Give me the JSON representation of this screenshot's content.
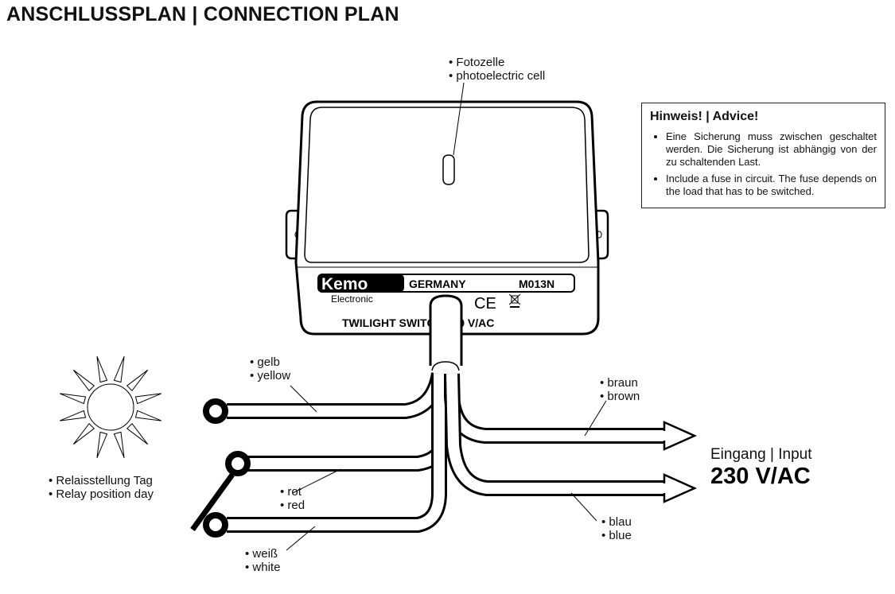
{
  "title": "ANSCHLUSSPLAN | CONNECTION PLAN",
  "photocell_label": [
    "Fotozelle",
    "photoelectric cell"
  ],
  "advice": {
    "title": "Hinweis! | Advice!",
    "items": [
      "Eine Sicherung muss zwischen geschaltet werden. Die Sicherung ist abhängig von der zu schaltenden Last.",
      "Include a fuse in circuit. The fuse depends on the load that has to be switched."
    ]
  },
  "device": {
    "brand": "Kemo",
    "brand_sub": "Electronic",
    "country": "GERMANY",
    "model": "M013N",
    "product": "TWILIGHT SWITCH 230 V/AC",
    "ce_mark": "CE",
    "weee_icon": "crossed-bin-icon"
  },
  "wires": {
    "yellow": [
      "gelb",
      "yellow"
    ],
    "red": [
      "rot",
      "red"
    ],
    "white": [
      "weiß",
      "white"
    ],
    "brown": [
      "braun",
      "brown"
    ],
    "blue": [
      "blau",
      "blue"
    ]
  },
  "relay_label": [
    "Relaisstellung Tag",
    "Relay position day"
  ],
  "input": {
    "label": "Eingang | Input",
    "voltage": "230 V/AC"
  },
  "icons": [
    "sun-icon",
    "photocell-icon",
    "terminal-ring-icon",
    "relay-switch-icon",
    "arrow-right-icon"
  ]
}
